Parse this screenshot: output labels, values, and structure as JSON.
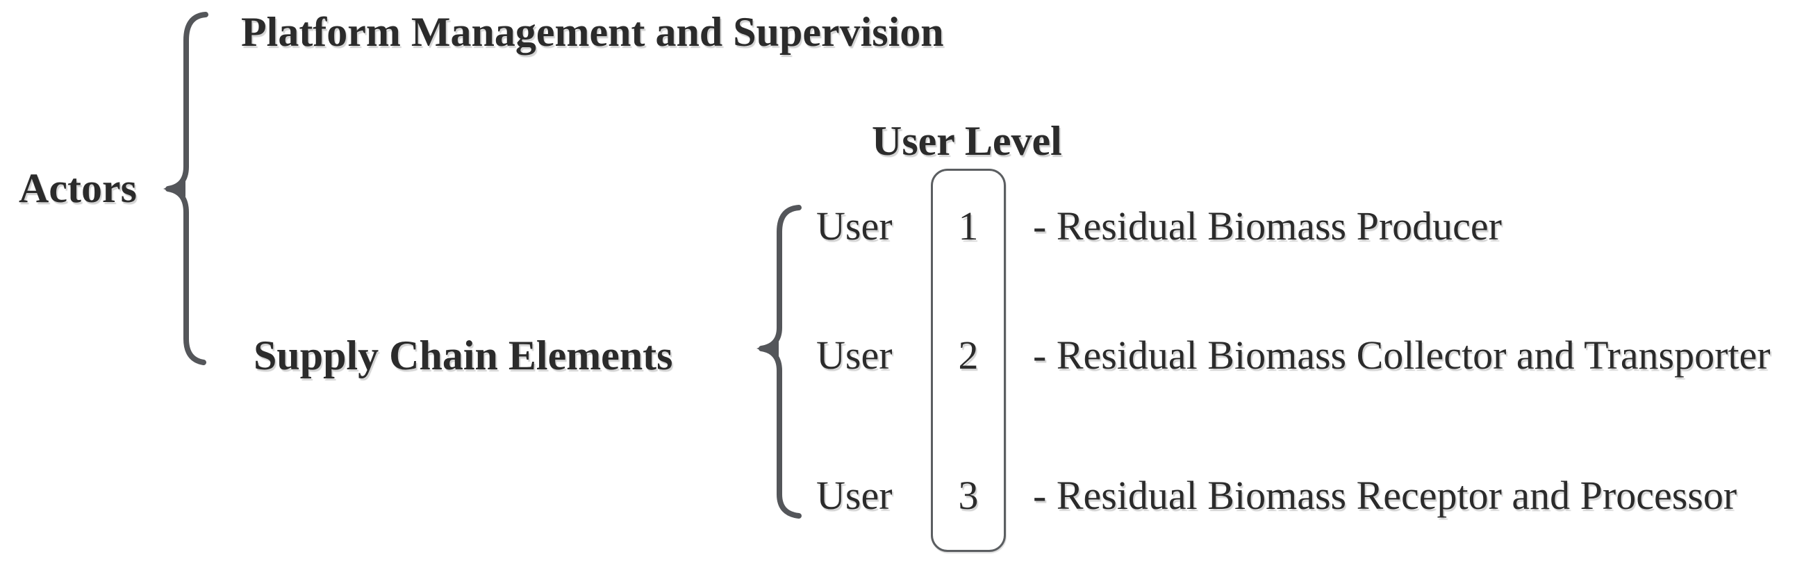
{
  "diagram": {
    "root_label": "Actors",
    "branches": {
      "platform": "Platform Management and Supervision",
      "supply": "Supply Chain Elements"
    },
    "user_level": {
      "heading": "User Level",
      "user_label": "User",
      "levels": [
        {
          "number": "1",
          "description": "- Residual Biomass Producer"
        },
        {
          "number": "2",
          "description": "- Residual Biomass Collector and Transporter"
        },
        {
          "number": "3",
          "description": "- Residual Biomass Receptor and Processor"
        }
      ]
    },
    "colors": {
      "text": "#2b2b2b",
      "brace": "#54565a",
      "box_border": "#5b5e61",
      "background": "#ffffff"
    }
  }
}
